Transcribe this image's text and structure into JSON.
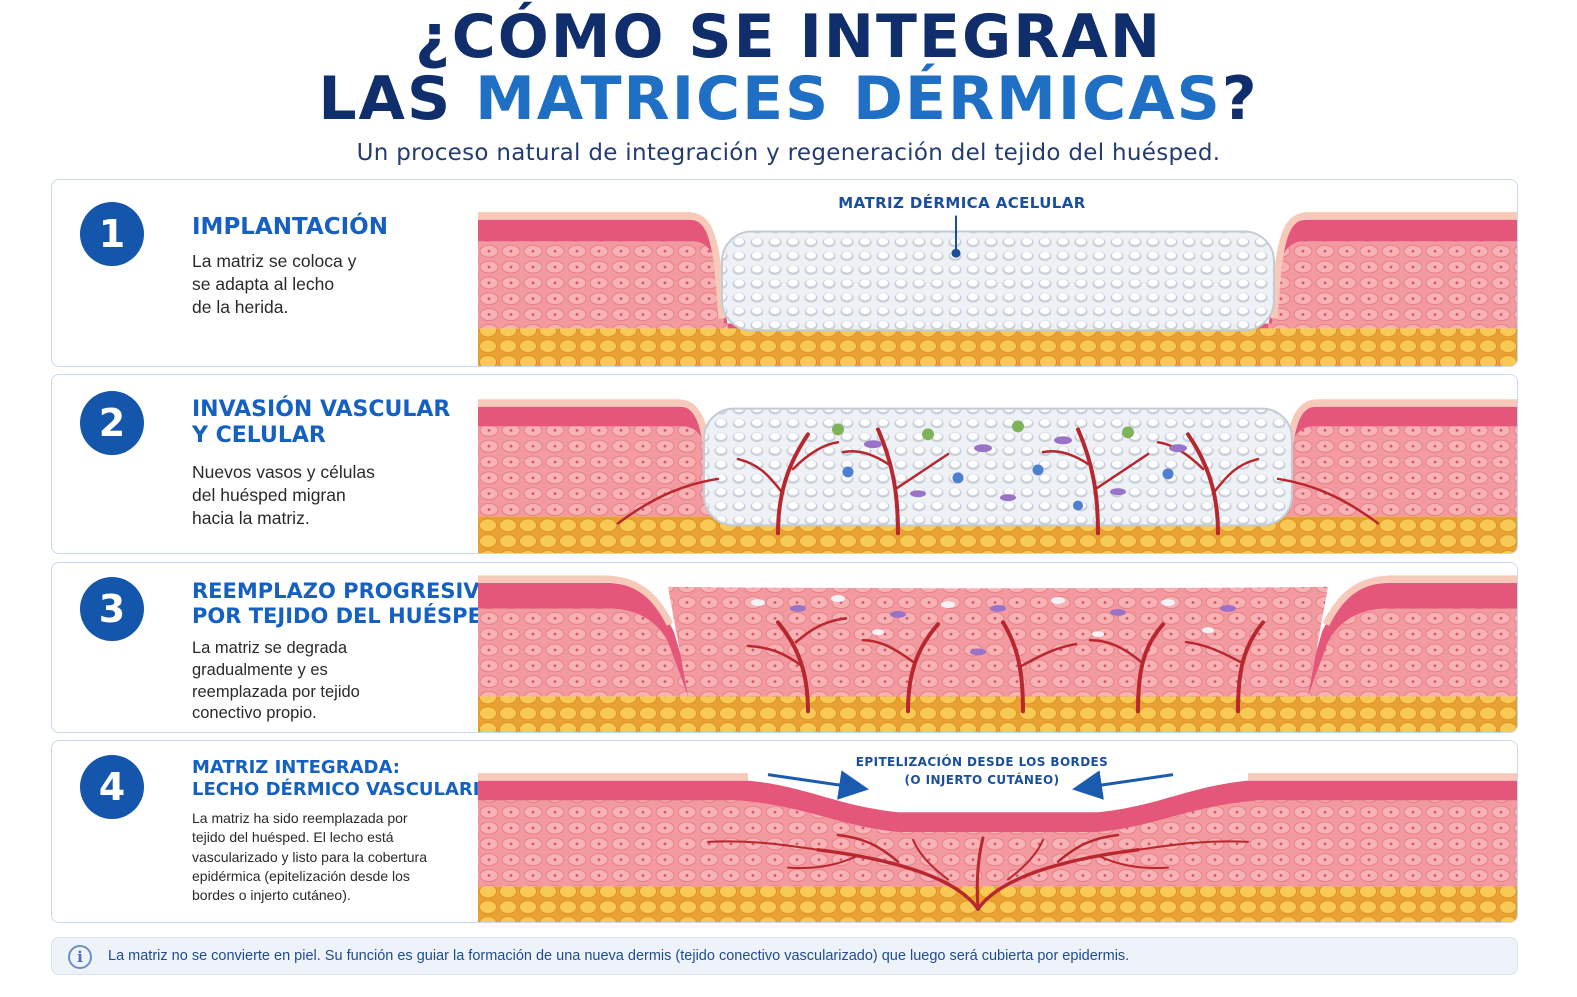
{
  "header": {
    "title_line1": "¿CÓMO SE INTEGRAN",
    "title_line2_prefix": "LAS ",
    "title_line2_accent": "MATRICES DÉRMICAS",
    "title_line2_suffix": "?",
    "subtitle": "Un proceso natural de integración y regeneración del tejido del huésped."
  },
  "steps": [
    {
      "number": "1",
      "title_lines": [
        "IMPLANTACIÓN"
      ],
      "desc_lines": [
        "La matriz se coloca y",
        "se adapta al lecho",
        "de la herida."
      ],
      "callout": "MATRIZ DÉRMICA ACELULAR"
    },
    {
      "number": "2",
      "title_lines": [
        "INVASIÓN VASCULAR",
        "Y CELULAR"
      ],
      "desc_lines": [
        "Nuevos vasos y células",
        "del huésped migran",
        "hacia la matriz."
      ]
    },
    {
      "number": "3",
      "title_lines": [
        "REEMPLAZO PROGRESIVO",
        "POR TEJIDO DEL HUÉSPED"
      ],
      "desc_lines": [
        "La matriz se degrada",
        "gradualmente y es",
        "reemplazada por tejido",
        "conectivo propio."
      ]
    },
    {
      "number": "4",
      "title_lines": [
        "MATRIZ INTEGRADA:",
        "LECHO DÉRMICO VASCULARIZADO"
      ],
      "desc_lines": [
        "La matriz ha sido reemplazada por",
        "tejido del huésped. El lecho está",
        "vascularizado y listo para la cobertura",
        "epidérmica (epitelización desde los",
        "bordes o injerto cutáneo)."
      ],
      "callout_lines": [
        "EPITELIZACIÓN DESDE LOS BORDES",
        "(O INJERTO CUTÁNEO)"
      ]
    }
  ],
  "footer": {
    "icon": "info-icon",
    "text": "La matriz no se convierte en piel. Su función es guiar la formación de una nueva dermis (tejido conectivo vascularizado) que luego será cubierta por epidermis."
  },
  "colors": {
    "title_dark": "#0f2e6b",
    "title_accent": "#1f6fc4",
    "step_title": "#1560c0",
    "number_circle": "#1556ad",
    "dermis": "#f28e96",
    "epidermis": "#e45a79",
    "fat": "#f6c24c",
    "vessels": "#b8262e",
    "matrix": "#e9edf2"
  }
}
